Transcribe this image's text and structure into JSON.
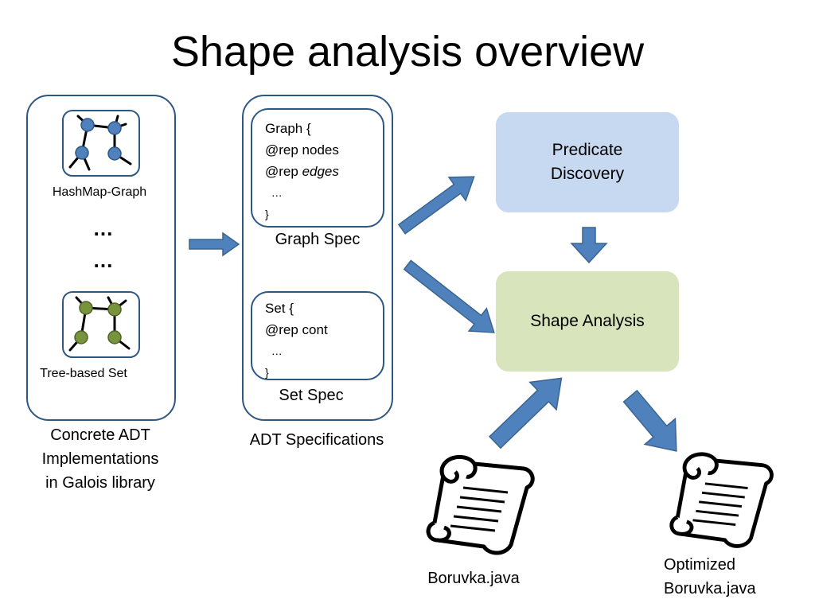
{
  "title": "Shape analysis overview",
  "implementations": {
    "hashmap_label": "HashMap-Graph",
    "dots1": "…",
    "dots2": "…",
    "tree_label": "Tree-based Set",
    "caption_lines": [
      "Concrete ADT",
      "Implementations",
      "in Galois library"
    ]
  },
  "specifications": {
    "graph_lines": [
      "Graph {",
      "@rep nodes",
      "@rep ",
      "  …",
      "}"
    ],
    "graph_edges_italic": "edges",
    "graph_caption": "Graph Spec",
    "set_lines": [
      "Set {",
      "@rep cont",
      "  …",
      "}"
    ],
    "set_caption": "Set Spec",
    "caption": "ADT Specifications"
  },
  "flow": {
    "predicate_lines": [
      "Predicate",
      "Discovery"
    ],
    "shape_analysis": "Shape Analysis"
  },
  "files": {
    "input": "Boruvka.java",
    "output_lines": [
      "Optimized",
      "Boruvka.java"
    ]
  },
  "colors": {
    "border": "#2e5882",
    "arrow": "#4f81bd",
    "predicate_bg": "#c6d9f0",
    "shape_bg": "#d7e4bc",
    "graph_node": "#4f81bd",
    "tree_node": "#77933c"
  }
}
